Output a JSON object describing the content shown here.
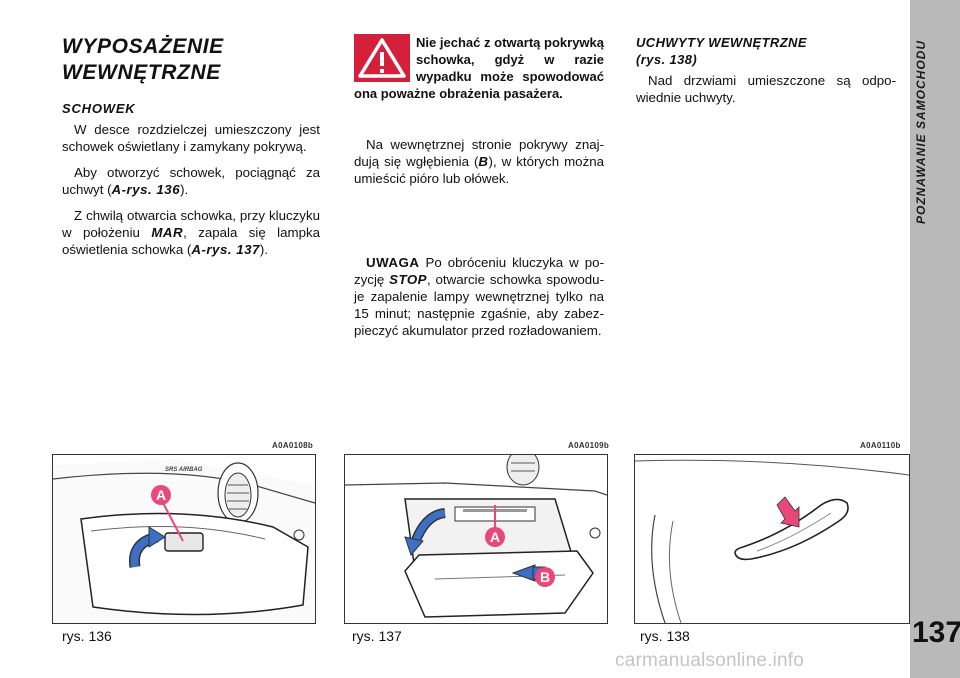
{
  "sidebar": {
    "title": "POZNAWANIE SAMOCHODU",
    "page_number": "137"
  },
  "column1": {
    "title_line1": "WYPOSAŻENIE",
    "title_line2": "WEWNĘTRZNE",
    "section_title": "SCHOWEK",
    "p1": "W desce rozdzielczej umieszczony jest schowek oświetlany i zamykany pokrywą.",
    "p2_before": "Aby otworzyć schowek, pociągnąć za uchwyt (",
    "p2_ref": "A-rys. 136",
    "p2_after": ").",
    "p3_before": "Z chwilą otwarcia schowka, przy kluczy­ku w położeniu ",
    "p3_key": "MAR",
    "p3_middle": ", zapala się lamp­ka oświetlenia schowka (",
    "p3_ref": "A-rys. 137",
    "p3_after": ")."
  },
  "column2": {
    "warning_text": "Nie jechać z otwartą po­krywką schowka, gdyż w razie wypadku może spowodować ona poważne obra­żenia pasażera.",
    "p1_before": "Na wewnętrznej stronie pokrywy znaj­dują się wgłębienia (",
    "p1_ref": "B",
    "p1_after": "), w których moż­na umieścić pióro lub ołówek.",
    "note_label": "UWAGA",
    "note_before": " Po obróceniu kluczyka w po­zycję ",
    "note_key": "STOP",
    "note_after": ", otwarcie schowka spowodu­je zapalenie lampy wewnętrznej tylko na 15 minut; następnie zgaśnie, aby zabez­pieczyć akumulator przed rozładowa­niem."
  },
  "column3": {
    "title_line1": "UCHWYTY WEWNĘTRZNE",
    "title_line2": "(rys. 138)",
    "p1": "Nad drzwiami umieszczone są odpo­wiednie uchwyty."
  },
  "figures": [
    {
      "code": "A0A0108b",
      "caption": "rys. 136",
      "labels": [
        "A"
      ],
      "badge": "SRS AIRBAG"
    },
    {
      "code": "A0A0109b",
      "caption": "rys. 137",
      "labels": [
        "A",
        "B"
      ]
    },
    {
      "code": "A0A0110b",
      "caption": "rys. 138"
    }
  ],
  "watermark": "carmanualsonline.info",
  "colors": {
    "sidebar": "#b9b9b9",
    "warning_red": "#d4203a",
    "label_pink": "#e9487a"
  }
}
